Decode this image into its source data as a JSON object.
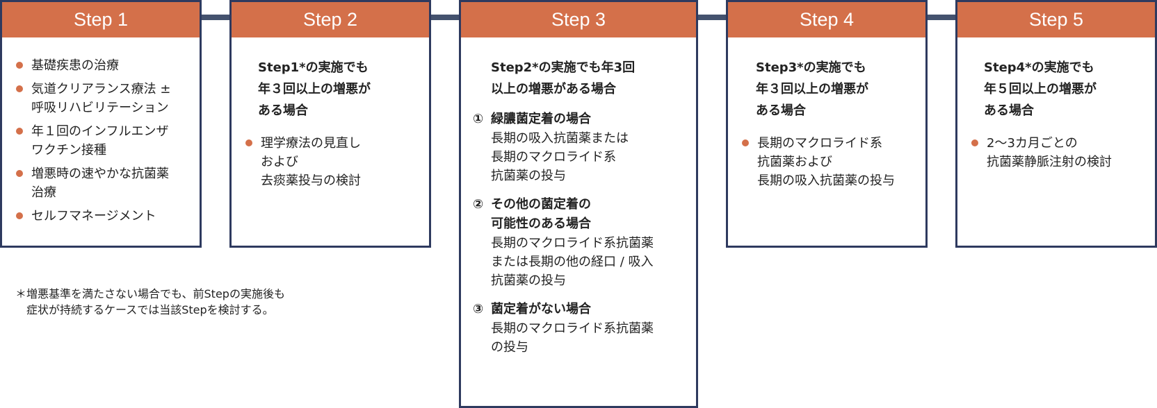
{
  "steps": [
    {
      "title": "Step 1",
      "bullets": [
        "基礎疾患の治療",
        "気道クリアランス療法 ±\n呼吸リハビリテーション",
        "年１回のインフルエンザ\nワクチン接種",
        "増悪時の速やかな抗菌薬\n治療",
        "セルフマネージメント"
      ]
    },
    {
      "title": "Step 2",
      "heading": "Step1*の実施でも\n年３回以上の増悪が\nある場合",
      "bullets": [
        "理学療法の見直し\nおよび\n去痰薬投与の検討"
      ]
    },
    {
      "title": "Step 3",
      "heading": "Step2*の実施でも年3回\n以上の増悪がある場合",
      "cases": [
        {
          "num": "①",
          "title": "緑膿菌定着の場合",
          "body": "長期の吸入抗菌薬または\n長期のマクロライド系\n抗菌薬の投与"
        },
        {
          "num": "②",
          "title": "その他の菌定着の\n可能性のある場合",
          "body": "長期のマクロライド系抗菌薬\nまたは長期の他の経口 / 吸入\n抗菌薬の投与"
        },
        {
          "num": "③",
          "title": "菌定着がない場合",
          "body": "長期のマクロライド系抗菌薬\nの投与"
        }
      ]
    },
    {
      "title": "Step 4",
      "heading": "Step3*の実施でも\n年３回以上の増悪が\nある場合",
      "bullets": [
        "長期のマクロライド系\n抗菌薬および\n長期の吸入抗菌薬の投与"
      ]
    },
    {
      "title": "Step 5",
      "heading": "Step4*の実施でも\n年５回以上の増悪が\nある場合",
      "bullets": [
        "2〜3カ月ごとの\n抗菌薬静脈注射の検討"
      ]
    }
  ],
  "footnote": "＊増悪基準を満たさない場合でも、前Stepの実施後も\n　症状が持続するケースでは当該Stepを検討する。",
  "colors": {
    "header": "#d4704a",
    "border": "#2e3a5f",
    "connector": "#44526e",
    "bullet": "#d4704a"
  }
}
